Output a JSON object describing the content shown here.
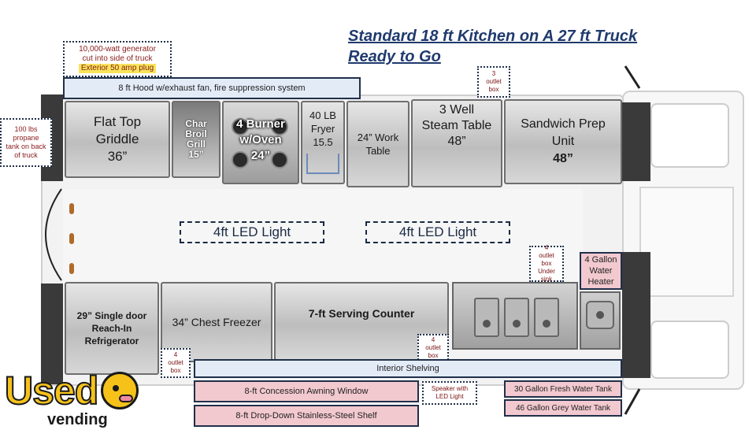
{
  "title": {
    "line1": "Standard 18 ft Kitchen on A 27 ft Truck",
    "line2": "Ready to Go"
  },
  "callouts": {
    "generator": {
      "line1": "10,000-watt generator",
      "line2": "cut into side of truck",
      "line3": "Exterior 50 amp plug"
    },
    "hood": "8 ft Hood w/exhaust fan, fire suppression  system",
    "propane": {
      "line1": "100 lbs",
      "line2": "propane",
      "line3": "tank on back",
      "line4": "of truck"
    },
    "outlet_top": {
      "line1": "3",
      "line2": "outlet",
      "line3": "box"
    },
    "outlet_sink": {
      "line1": "4",
      "line2": "outlet",
      "line3": "box",
      "line4": "Under",
      "line5": "sink"
    },
    "outlet_fridge": {
      "line1": "4",
      "line2": "outlet",
      "line3": "box"
    },
    "outlet_counter": {
      "line1": "4",
      "line2": "outlet",
      "line3": "box"
    },
    "water_heater": {
      "line1": "4 Gallon",
      "line2": "Water",
      "line3": "Heater"
    },
    "interior_shelving": "Interior Shelving",
    "awning": "8-ft Concession Awning Window",
    "shelf": "8-ft Drop-Down Stainless-Steel Shelf",
    "speaker": {
      "line1": "Speaker with",
      "line2": "LED Light"
    },
    "fresh_tank": "30 Gallon Fresh Water Tank",
    "grey_tank": "46 Gallon Grey Water Tank"
  },
  "equipment": {
    "griddle": {
      "line1": "Flat Top",
      "line2": "Griddle",
      "line3": "36”"
    },
    "charbroil": {
      "line1": "Char",
      "line2": "Broil",
      "line3": "Grill",
      "line4": "15”"
    },
    "burner": {
      "line1": "4 Burner",
      "line2": "w/Oven",
      "line3": "24”"
    },
    "fryer": {
      "line1": "40 LB",
      "line2": "Fryer",
      "line3": "15.5"
    },
    "worktable": {
      "line1": "24” Work",
      "line2": "Table"
    },
    "steamtable": {
      "line1": "3 Well",
      "line2": "Steam Table",
      "line3": "48”"
    },
    "sandwich": {
      "line1": "Sandwich Prep",
      "line2": "Unit",
      "line3": "48”"
    },
    "fridge": {
      "line1": "29” Single door",
      "line2": "Reach-In",
      "line3": "Refrigerator"
    },
    "freezer": "34” Chest Freezer",
    "counter": "7-ft Serving Counter"
  },
  "lights": {
    "left": "4ft LED Light",
    "right": "4ft LED Light"
  },
  "logo": {
    "word1": "Used",
    "word2": "vending"
  },
  "colors": {
    "title": "#1f3a6e",
    "callout_red": "#8a1b1b",
    "pink": "#f2c9cf",
    "blue": "#e3ebf7",
    "logo_yellow": "#f6c21a"
  }
}
